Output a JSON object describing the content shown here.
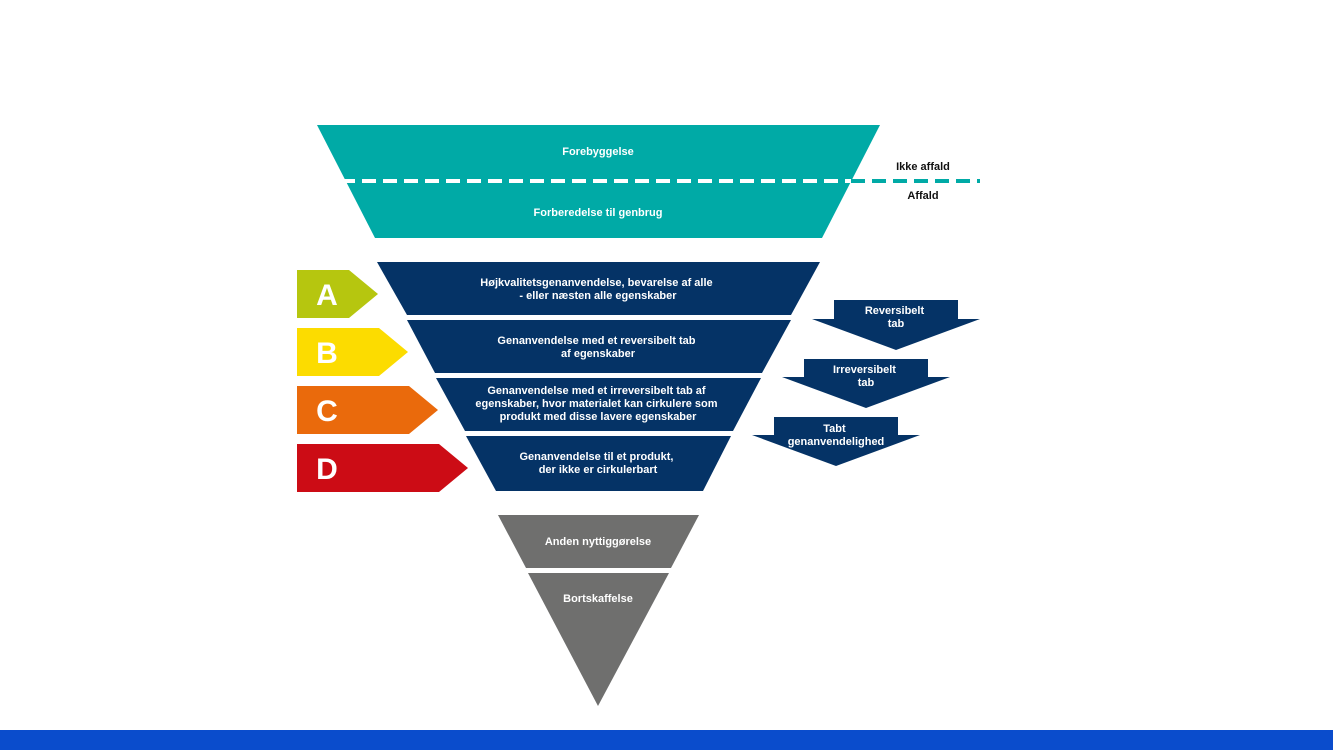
{
  "colors": {
    "teal": "#00aaa6",
    "navy": "#053366",
    "gray": "#6f6f6e",
    "grade_a": "#b6c60f",
    "grade_b": "#fcdc00",
    "grade_c": "#ea6a0c",
    "grade_d": "#cc0c15",
    "footer": "#0a4ccc"
  },
  "top_section": {
    "prevention": "Forebyggelse",
    "preparation": "Forberedelse til genbrug",
    "not_waste_label": "Ikke affald",
    "waste_label": "Affald"
  },
  "recycling_levels": [
    {
      "grade": "A",
      "lines": [
        "Højkvalitetsgenanvendelse, bevarelse af alle",
        "- eller næsten alle egenskaber"
      ]
    },
    {
      "grade": "B",
      "lines": [
        "Genanvendelse med et reversibelt tab",
        "af egenskaber"
      ]
    },
    {
      "grade": "C",
      "lines": [
        "Genanvendelse med et irreversibelt tab af",
        "egenskaber, hvor materialet kan cirkulere som",
        "produkt med disse lavere egenskaber"
      ]
    },
    {
      "grade": "D",
      "lines": [
        "Genanvendelse til et produkt,",
        "der ikke er cirkulerbart"
      ]
    }
  ],
  "side_arrows": [
    {
      "lines": [
        "Reversibelt",
        "tab"
      ]
    },
    {
      "lines": [
        "Irreversibelt",
        "tab"
      ]
    },
    {
      "lines": [
        "Tabt",
        "genanvendelighed"
      ]
    }
  ],
  "bottom_section": {
    "other_recovery": "Anden nyttiggørelse",
    "disposal": "Bortskaffelse"
  }
}
